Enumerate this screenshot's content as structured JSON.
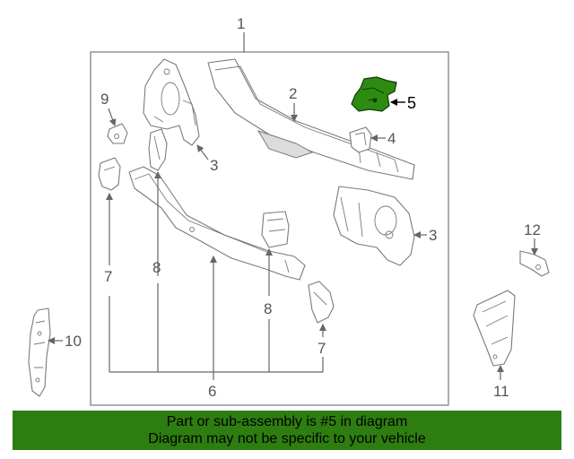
{
  "callouts": {
    "c1": "1",
    "c2": "2",
    "c3a": "3",
    "c3b": "3",
    "c4": "4",
    "c5": "5",
    "c6": "6",
    "c7a": "7",
    "c7b": "7",
    "c8a": "8",
    "c8b": "8",
    "c9": "9",
    "c10": "10",
    "c11": "11",
    "c12": "12"
  },
  "banner": {
    "line1": "Part or sub-assembly is #5 in diagram",
    "line2": "Diagram may not be specific to your vehicle"
  },
  "colors": {
    "highlight_part": "#2e8b12",
    "banner_bg": "#2e7d10",
    "line": "#777777"
  }
}
